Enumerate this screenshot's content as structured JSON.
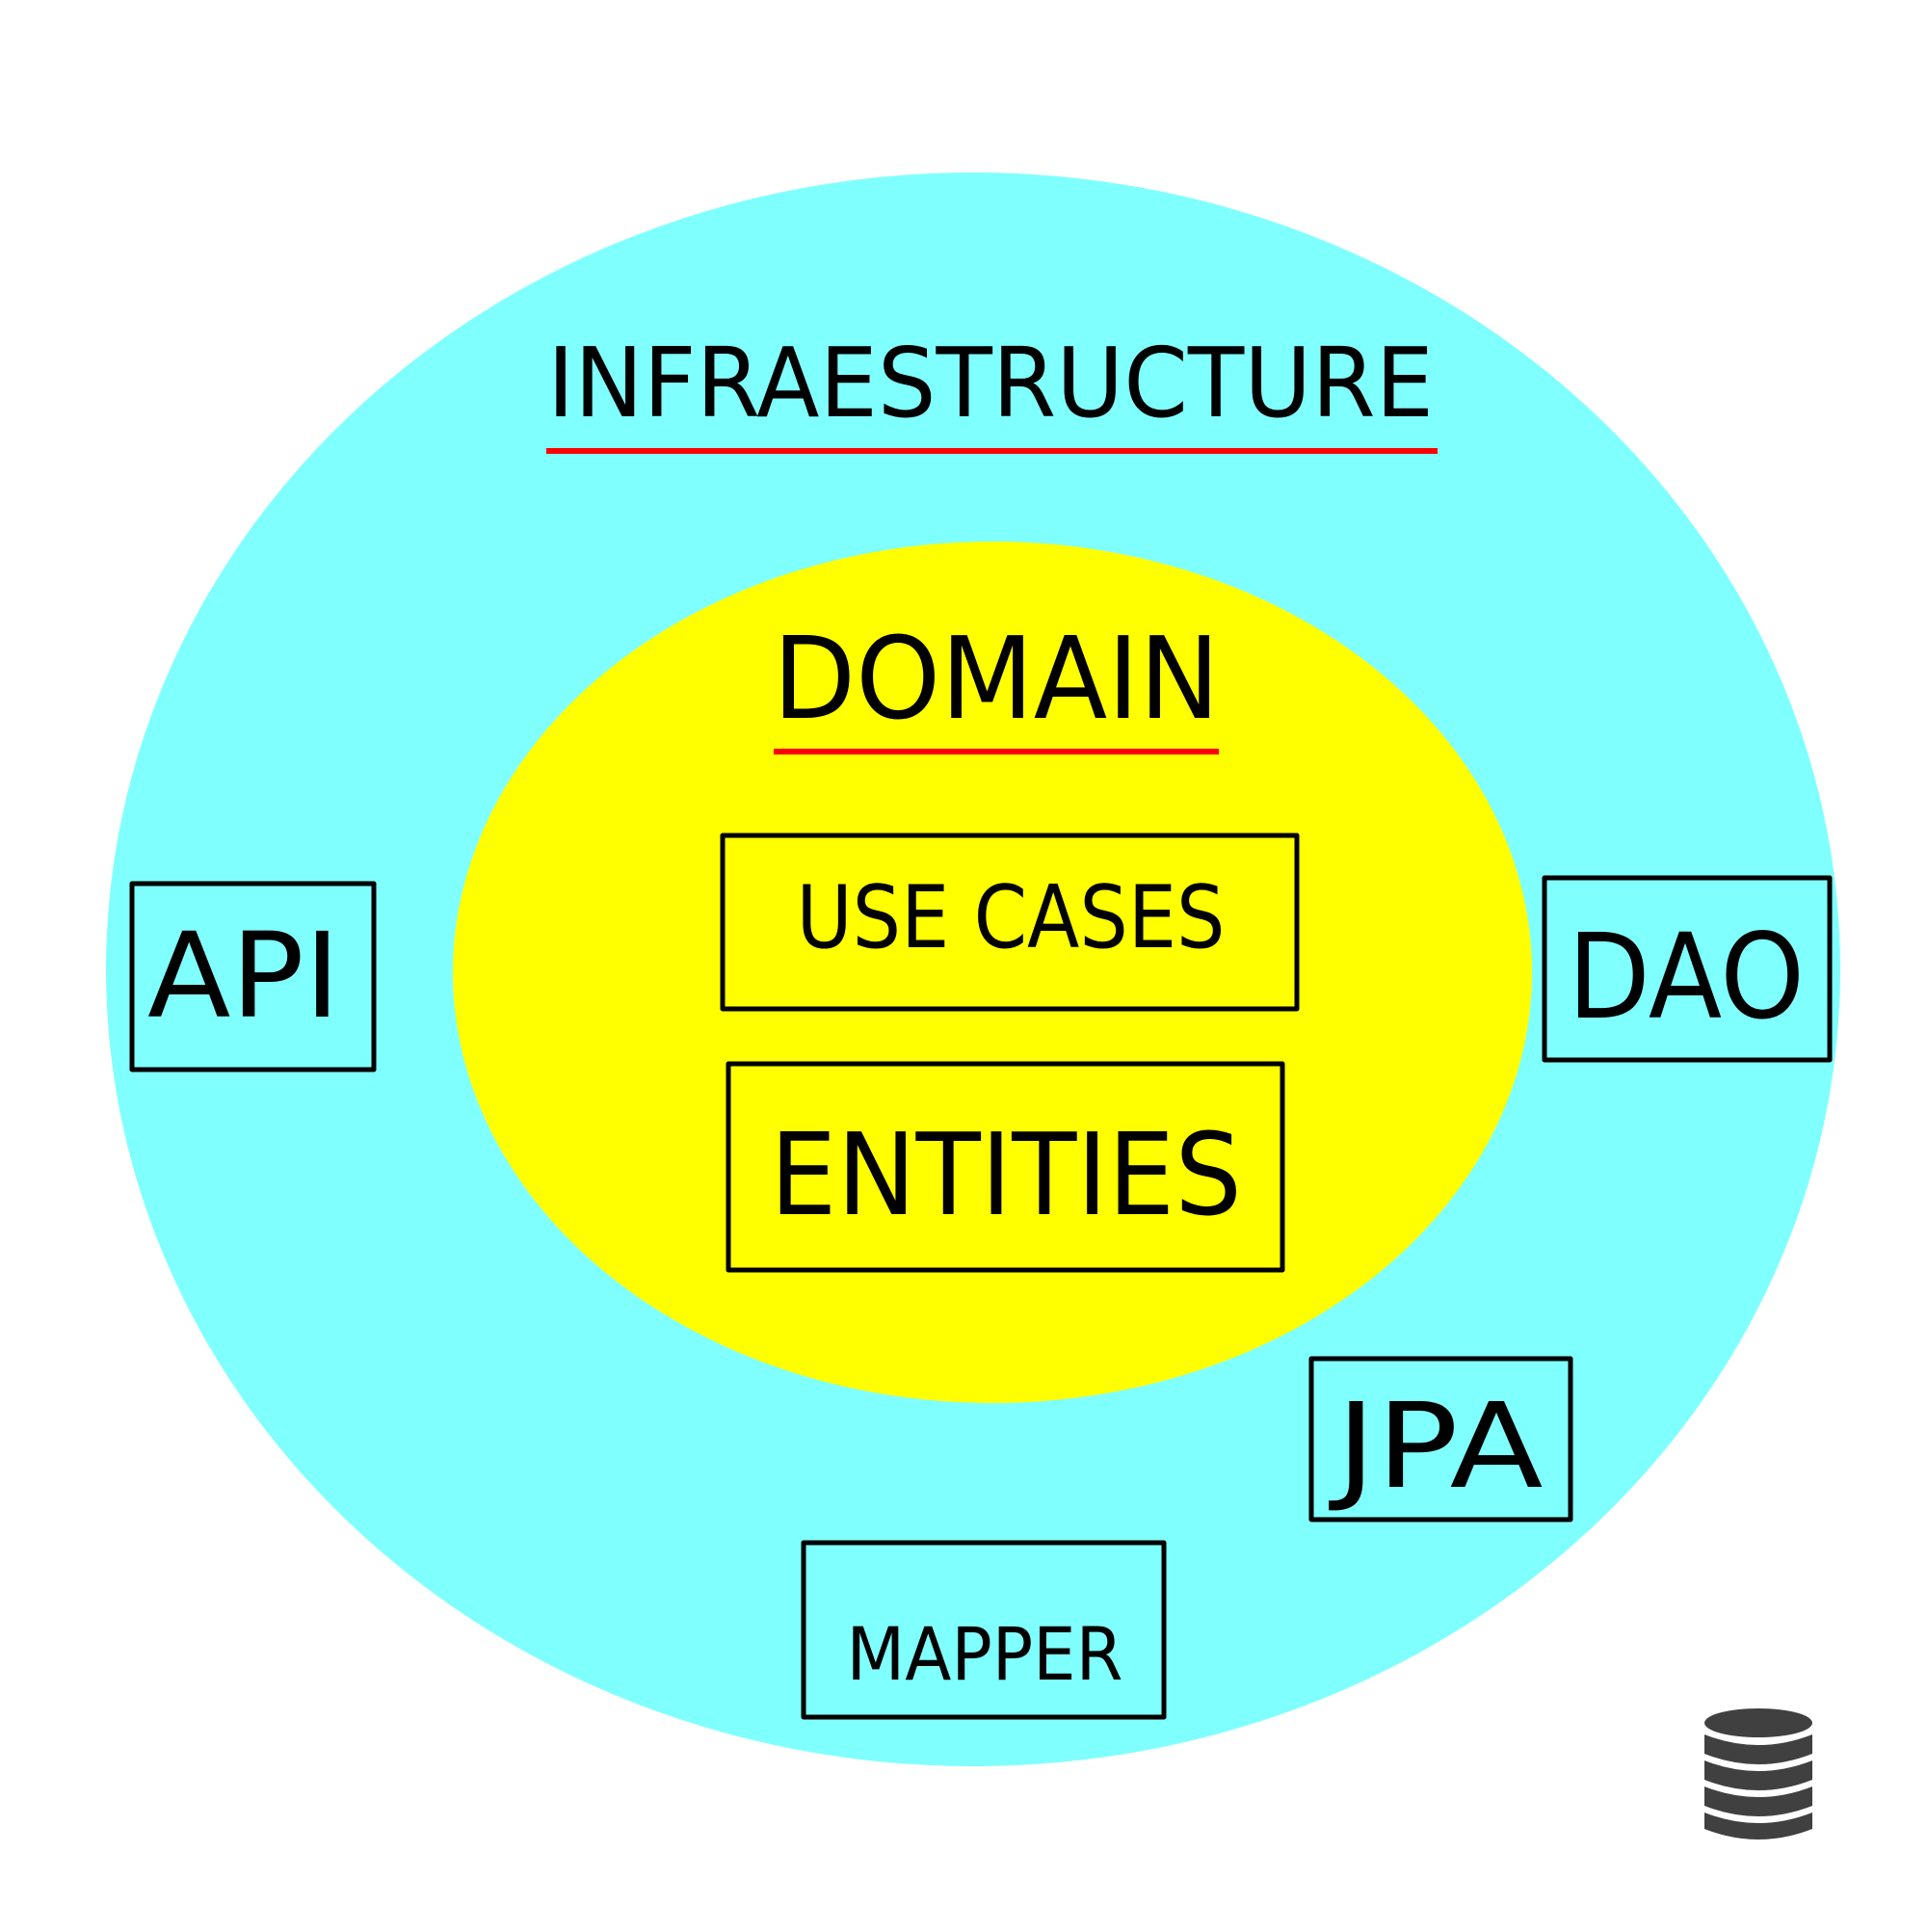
{
  "colors": {
    "infrastructure_fill": "#80FFFF",
    "domain_fill": "#FFFF00",
    "underline": "#FF0000",
    "box_stroke": "#000000",
    "database_icon": "#404040"
  },
  "infrastructure": {
    "title": "INFRAESTRUCTURE"
  },
  "domain": {
    "title": "DOMAIN",
    "use_cases_label": "USE CASES",
    "entities_label": "ENTITIES"
  },
  "components": {
    "api_label": "API",
    "dao_label": "DAO",
    "jpa_label": "JPA",
    "mapper_label": "MAPPER"
  },
  "icons": {
    "database": "database-icon"
  }
}
